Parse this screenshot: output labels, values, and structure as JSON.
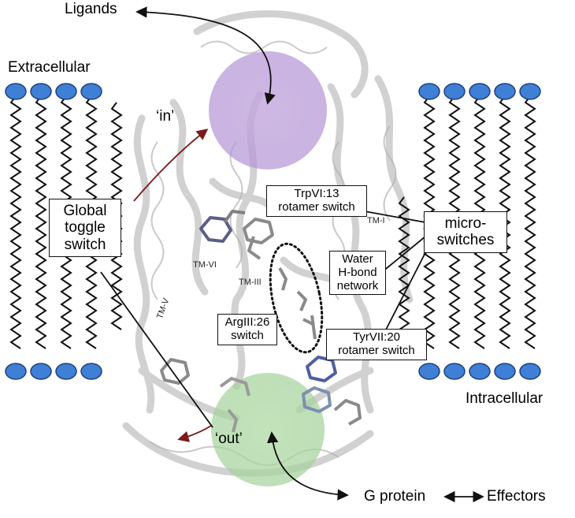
{
  "labels": {
    "ligands": "Ligands",
    "extracellular": "Extracellular",
    "intracellular": "Intracellular",
    "state_in": "‘in’",
    "state_out": "‘out’",
    "g_protein": "G protein",
    "effectors": "Effectors"
  },
  "boxes": {
    "global_toggle": [
      "Global",
      "toggle",
      "switch"
    ],
    "micro_switches": [
      "micro-",
      "switches"
    ],
    "trp": [
      "TrpVI:13",
      "rotamer switch"
    ],
    "water": [
      "Water",
      "H-bond",
      "network"
    ],
    "arg": [
      "ArgIII:26",
      "switch"
    ],
    "tyr": [
      "TyrVII:20",
      "rotamer switch"
    ]
  },
  "helices": {
    "tm1": "TM-I",
    "tm3": "TM-III",
    "tm5": "TM-V",
    "tm6": "TM-VI"
  },
  "colors": {
    "lipid_head": "#3f7fd6",
    "lipid_head_stroke": "#1f3f78",
    "ligand_pocket": "#b79ad6",
    "gprotein_pocket": "#a9d6a0"
  }
}
